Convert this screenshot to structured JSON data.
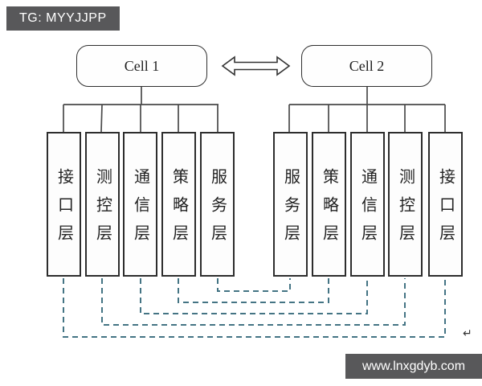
{
  "badge": {
    "label": "TG: MYYJJPP"
  },
  "watermark": {
    "label": "www.lnxgdyb.com"
  },
  "diagram": {
    "cell1": {
      "label": "Cell 1"
    },
    "cell2": {
      "label": "Cell 2"
    },
    "left_layers": [
      {
        "label": "接口层"
      },
      {
        "label": "测控层"
      },
      {
        "label": "通信层"
      },
      {
        "label": "策略层"
      },
      {
        "label": "服务层"
      }
    ],
    "right_layers": [
      {
        "label": "服务层"
      },
      {
        "label": "策略层"
      },
      {
        "label": "通信层"
      },
      {
        "label": "测控层"
      },
      {
        "label": "接口层"
      }
    ],
    "return_mark": "↵",
    "colors": {
      "dashed_link": "#447484",
      "solid_line": "#4a4a4a",
      "box_border": "#2d2d2d",
      "badge_bg": "#58585a",
      "badge_text": "#ffffff"
    }
  }
}
